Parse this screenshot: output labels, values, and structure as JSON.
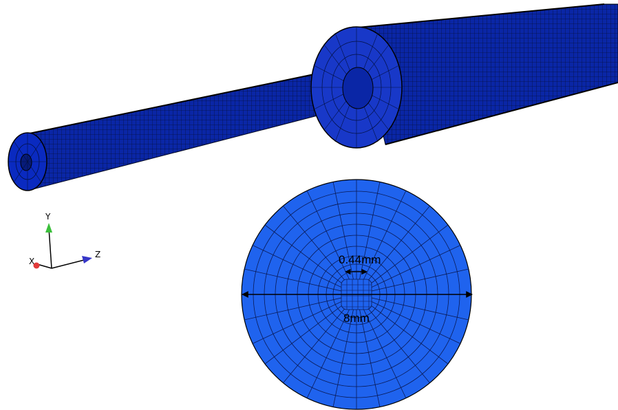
{
  "triad": {
    "x_label": "X",
    "y_label": "Y",
    "z_label": "Z"
  },
  "dimensions": {
    "core_width": "0.44mm",
    "outer_diameter": "8mm"
  },
  "colors": {
    "mesh_fill_3d": "#0a26a6",
    "mesh_fill_section": "#1f63ee",
    "mesh_line": "#03103a",
    "x_axis": "#e23a3a",
    "y_axis": "#3bbf3b",
    "z_axis": "#3636c8"
  }
}
